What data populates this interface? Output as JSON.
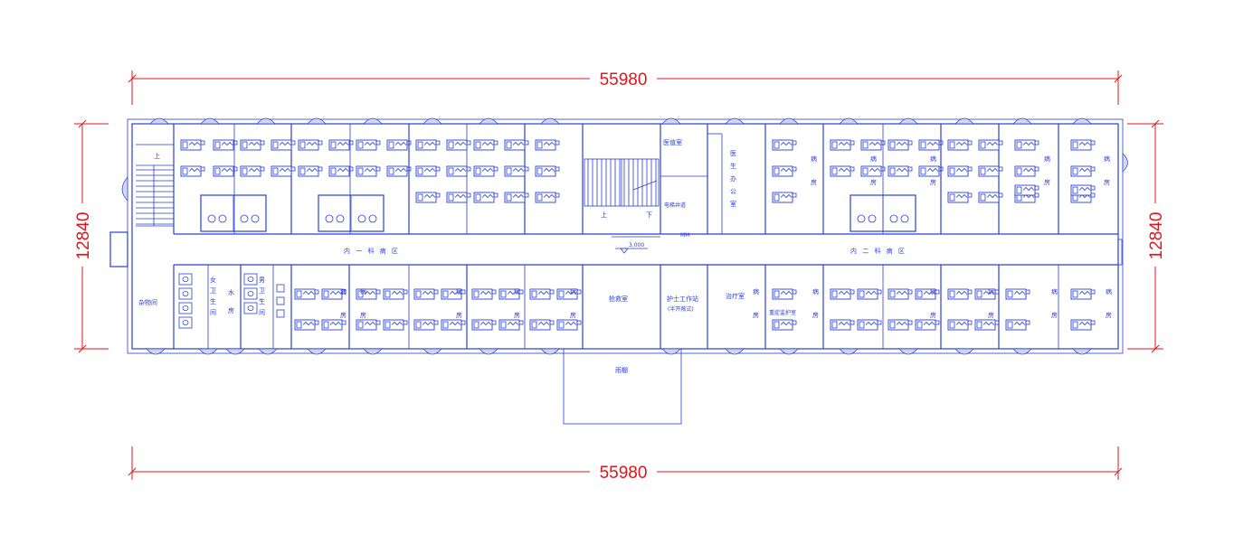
{
  "dimensions": {
    "top_width": "55980",
    "bottom_width": "55980",
    "left_height": "12840",
    "right_height": "12840"
  },
  "labels": {
    "ward_one": "内 一 科 病 区",
    "ward_two": "内 二 科 病 区",
    "elevation": "3.000",
    "storage": "杂物间",
    "female_toilet": "女卫生间",
    "water_room": "水房",
    "male_toilet": "男卫生间",
    "rescue_room": "抢救室",
    "nurse_station": "护士工作站",
    "nurse_station_note": "(半开敞式)",
    "treatment_room": "治疗室",
    "doctor_office": "医生办公室",
    "duty_room": "医值室",
    "elevator_room": "电梯井道",
    "elevator_mark": "MM",
    "stair_up_left": "上",
    "stair_up": "上",
    "stair_down": "下",
    "canopy": "雨棚",
    "ward": "病房",
    "icu_ward": "重症监护室"
  },
  "colors": {
    "walls": "#2a3fd6",
    "dimensions": "#e0151b",
    "background": "#ffffff"
  }
}
